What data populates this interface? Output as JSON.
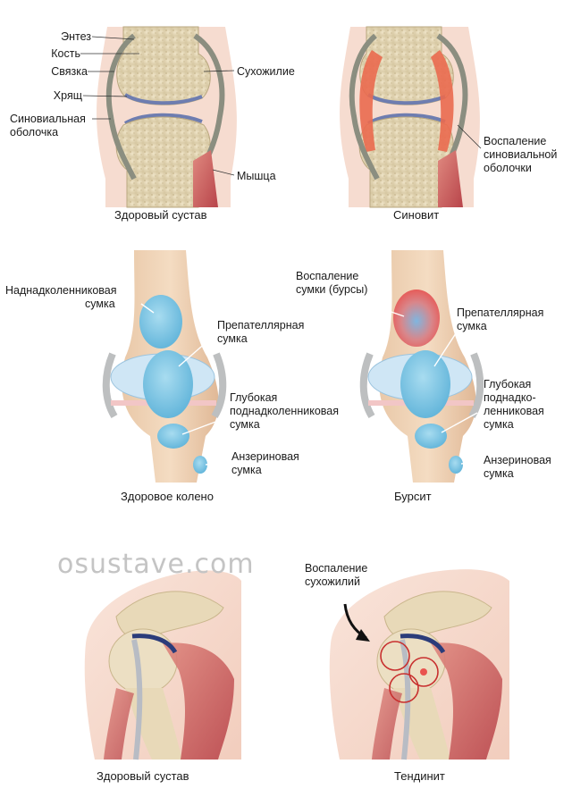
{
  "watermark": "osustave.com",
  "panel_joint": {
    "healthy_caption": "Здоровый сустав",
    "synovitis_caption": "Синовит",
    "labels": {
      "enthesis": "Энтез",
      "bone": "Кость",
      "ligament": "Связка",
      "cartilage": "Хрящ",
      "synovial_membrane_1": "Синовиальная",
      "synovial_membrane_2": "оболочка",
      "tendon": "Сухожилие",
      "muscle": "Мышца",
      "synovial_inflammation_1": "Воспаление",
      "synovial_inflammation_2": "синовиальной",
      "synovial_inflammation_3": "оболочки"
    }
  },
  "panel_knee": {
    "healthy_caption": "Здоровое колено",
    "bursitis_caption": "Бурсит",
    "labels": {
      "suprapatellar_1": "Наднадколенниковая",
      "suprapatellar_2": "сумка",
      "prepatellar_1": "Препателлярная",
      "prepatellar_2": "сумка",
      "deep_infrapatellar_1": "Глубокая",
      "deep_infrapatellar_2": "поднадколенниковая",
      "deep_infrapatellar_3": "сумка",
      "anserine_1": "Анзериновая",
      "anserine_2": "сумка",
      "bursa_inflammation_1": "Воспаление",
      "bursa_inflammation_2": "сумки (бурсы)",
      "prepatellar_r_1": "Препателлярная",
      "prepatellar_r_2": "сумка",
      "deep_r_1": "Глубокая",
      "deep_r_2": "поднадко-",
      "deep_r_3": "ленниковая",
      "deep_r_4": "сумка",
      "anserine_r_1": "Анзериновая",
      "anserine_r_2": "сумка"
    }
  },
  "panel_shoulder": {
    "healthy_caption": "Здоровый сустав",
    "tendinitis_caption": "Тендинит",
    "labels": {
      "tendon_inflammation_1": "Воспаление",
      "tendon_inflammation_2": "сухожилий"
    }
  },
  "colors": {
    "bone": "#e2d5b6",
    "skin": "#f6dcd0",
    "cartilage": "#6e7db0",
    "ligament": "#8b8e80",
    "muscle": "#c85a5a",
    "inflammation": "#ea6a4f",
    "bursa": "#7fc6e4",
    "bursa_inflamed": "#e9534f"
  }
}
